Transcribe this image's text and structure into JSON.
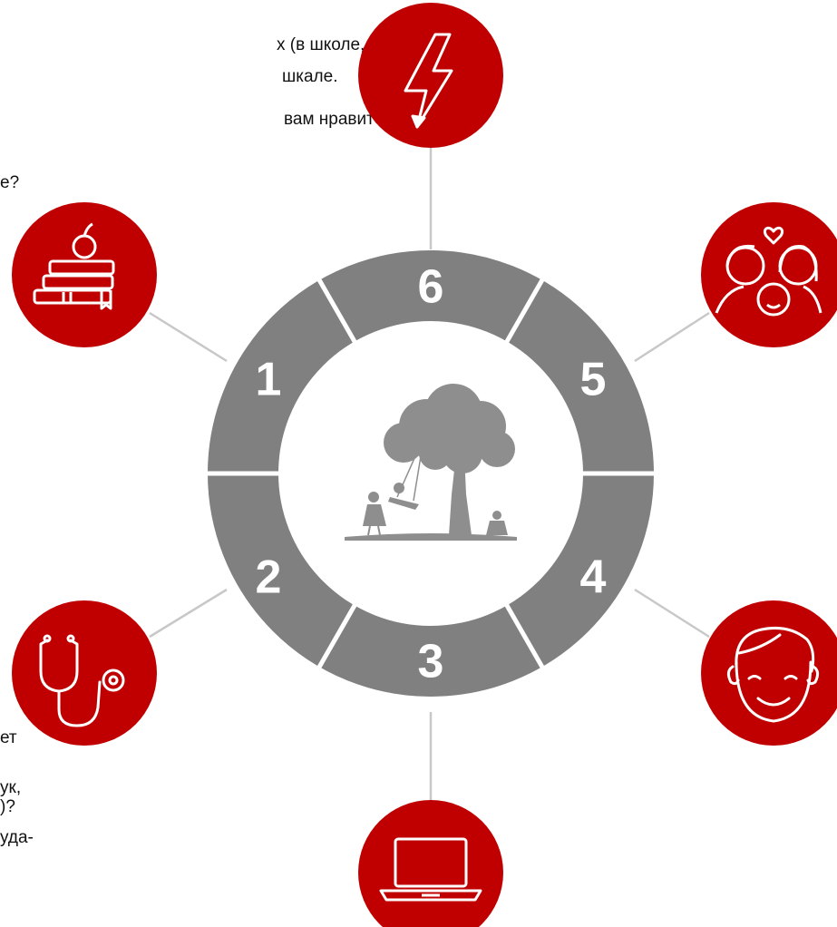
{
  "text_fragments": [
    "х (в школе,",
    "шкале.",
    "вам нравится",
    "е?",
    "ет",
    "ук,",
    ")?",
    "уда-"
  ],
  "segments": [
    "1",
    "2",
    "3",
    "4",
    "5",
    "6"
  ],
  "icons": {
    "top": "lightning-icon",
    "upper_left": "books-apple-icon",
    "upper_right": "family-icon",
    "lower_left": "stethoscope-icon",
    "lower_right": "smiling-face-icon",
    "bottom": "laptop-icon"
  },
  "center_image": "tree-swing-children-silhouette",
  "colors": {
    "icon_circle": "#c00000",
    "ring": "#808080",
    "connector": "#c8c8c8"
  }
}
